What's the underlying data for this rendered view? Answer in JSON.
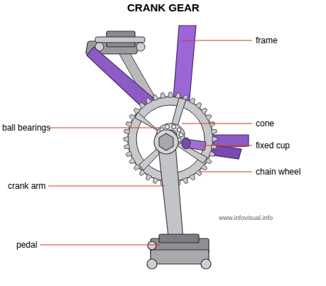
{
  "diagram": {
    "title": "CRANK GEAR",
    "labels": [
      "frame",
      "cone",
      "ball bearings",
      "fixed cup",
      "chain wheel",
      "crank arm",
      "pedal",
      "www.infovisual.info"
    ]
  }
}
